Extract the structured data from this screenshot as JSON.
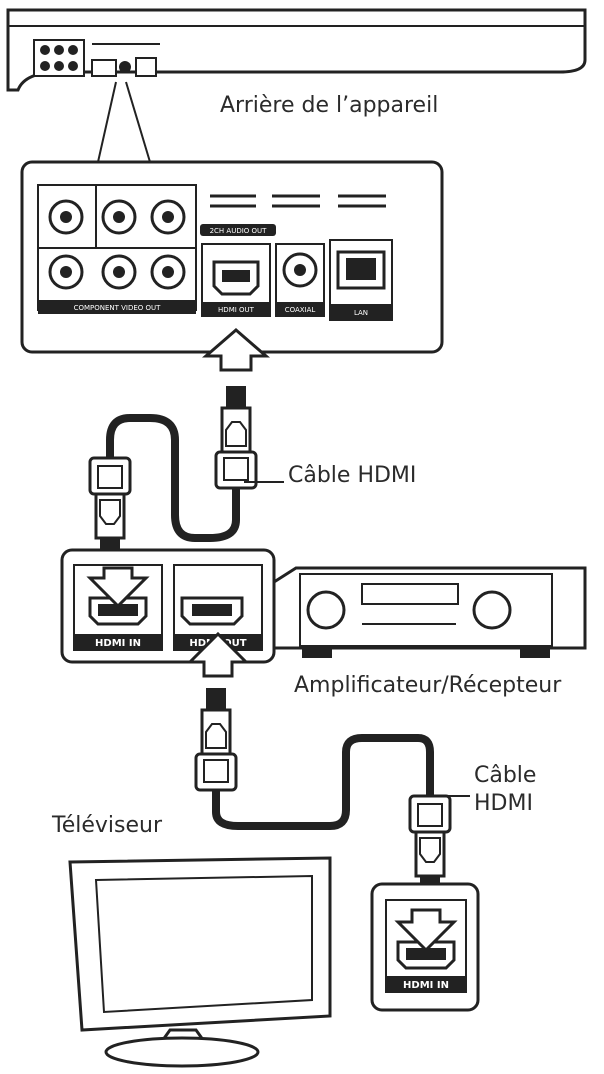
{
  "labels": {
    "player_rear": "Arrière de l’appareil",
    "cable_top": "Câble HDMI",
    "amp": "Amplificateur/Récepteur",
    "cable_bottom_1": "Câble",
    "cable_bottom_2": "HDMI",
    "tv": "Téléviseur"
  },
  "ports": {
    "audio_out": "2CH AUDIO OUT",
    "component": "COMPONENT VIDEO OUT",
    "hdmi_out_player": "HDMI OUT",
    "coaxial": "COAXIAL",
    "lan": "LAN",
    "amp_hdmi_in": "HDMI IN",
    "amp_hdmi_out": "HDMI OUT",
    "tv_hdmi_in": "HDMI IN"
  }
}
